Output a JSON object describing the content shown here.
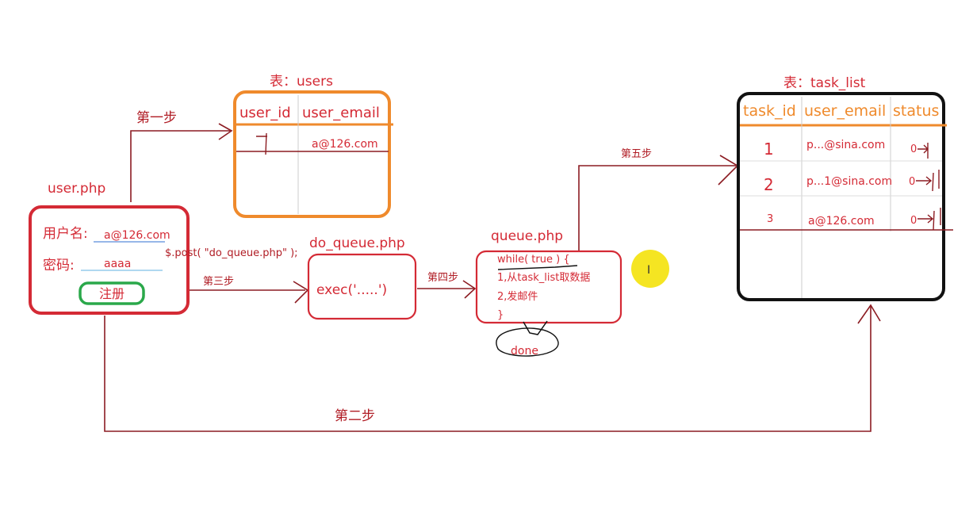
{
  "colors": {
    "red": "#d42a35",
    "dark_red": "#b01c24",
    "orange": "#ef8a2c",
    "green": "#2aa84a",
    "black": "#111111",
    "blue": "#2f6fd0",
    "highlight": "#f4e20a"
  },
  "users_table": {
    "title": "表：users",
    "headers": [
      "user_id",
      "user_email"
    ],
    "row1_email": "a@126.com"
  },
  "task_table": {
    "title": "表：task_list",
    "headers": [
      "task_id",
      "user_email",
      "status"
    ],
    "rows": [
      {
        "id": "1",
        "email": "p...@sina.com",
        "status": "0"
      },
      {
        "id": "2",
        "email": "p...1@sina.com",
        "status": "0"
      },
      {
        "id": "3",
        "email": "a@126.com",
        "status": "0"
      }
    ]
  },
  "user_php": {
    "title": "user.php",
    "username_label": "用户名:",
    "username_value": "a@126.com",
    "password_label": "密码:",
    "password_value": "aaaa",
    "register_button": "注册",
    "post_code": "$.post( \"do_queue.php\" );"
  },
  "do_queue_php": {
    "title": "do_queue.php",
    "code": "exec('.....')"
  },
  "queue_php": {
    "title": "queue.php",
    "lines": [
      "while( true ) {",
      "1,从task_list取数据",
      "2,发邮件",
      "}"
    ],
    "done": "done"
  },
  "steps": {
    "step1": "第一步",
    "step2": "第二步",
    "step3": "第三步",
    "step4": "第四步",
    "step5": "第五步"
  },
  "cursor_glyph": "I"
}
